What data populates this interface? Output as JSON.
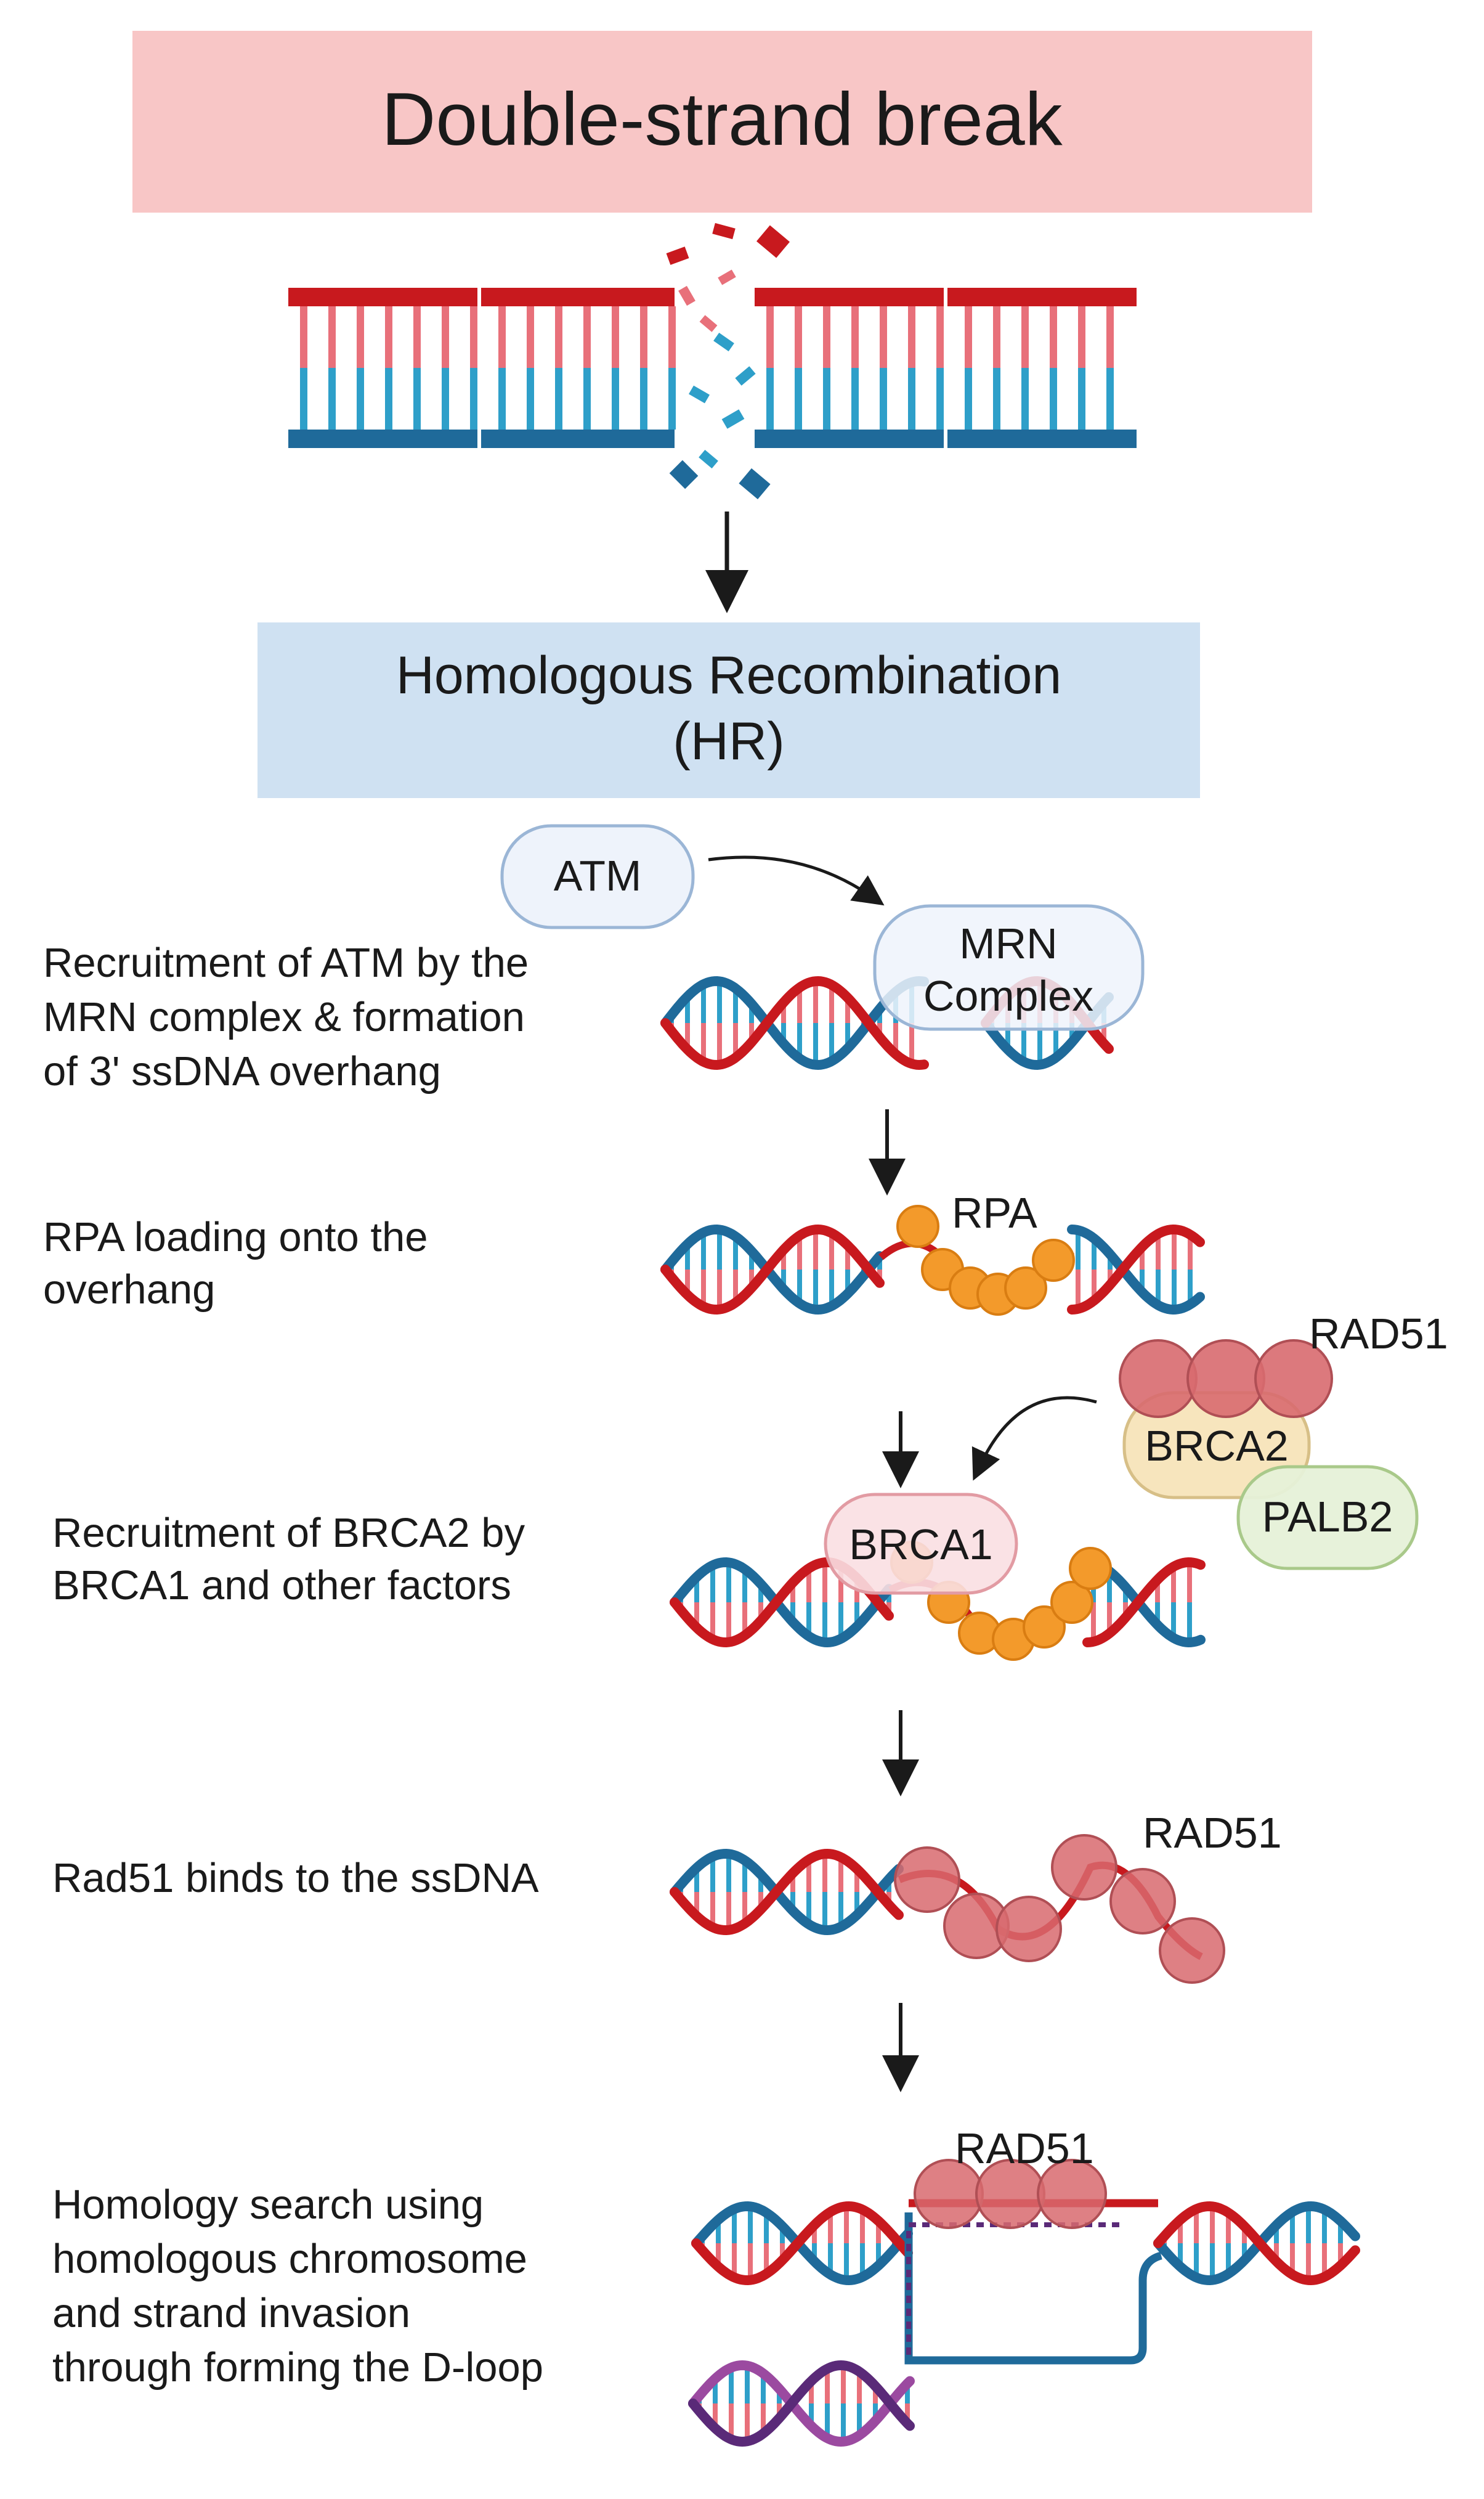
{
  "title": "Double-strand break",
  "hr_box": {
    "line1": "Homologous Recombination",
    "line2": "(HR)"
  },
  "steps": [
    {
      "lines": [
        "Recruitment of ATM by the",
        "MRN complex & formation",
        "of 3' ssDNA overhang"
      ]
    },
    {
      "lines": [
        "RPA loading onto the",
        "overhang"
      ]
    },
    {
      "lines": [
        "Recruitment of BRCA2 by",
        "BRCA1 and other factors"
      ]
    },
    {
      "lines": [
        "Rad51 binds to the ssDNA"
      ]
    },
    {
      "lines": [
        "Homology search using",
        "homologous chromosome",
        "and strand invasion",
        "through forming the D-loop"
      ]
    }
  ],
  "proteins": {
    "atm": "ATM",
    "mrn": {
      "line1": "MRN",
      "line2": "Complex"
    },
    "rpa": "RPA",
    "rad51": "RAD51",
    "brca2": "BRCA2",
    "palb2": "PALB2",
    "brca1": "BRCA1"
  },
  "colors": {
    "title_box": "#f8c6c6",
    "hr_box": "#cfe1f2",
    "strand_red": "#c8191e",
    "strand_blue": "#1f6a9a",
    "rung_red": "#e8707a",
    "rung_blue": "#2e9fc9",
    "rpa": "#f39a2b",
    "rad51": "#d86a6f",
    "atm_box": "#eef3fb",
    "brca1_box": "#f9dfe2",
    "brca2_box": "#f6e2b6",
    "palb2_box": "#e6f1d8",
    "homolog": "#5a2a78"
  },
  "icons": [
    "flow-arrow-icon",
    "curved-arrow-icon"
  ]
}
